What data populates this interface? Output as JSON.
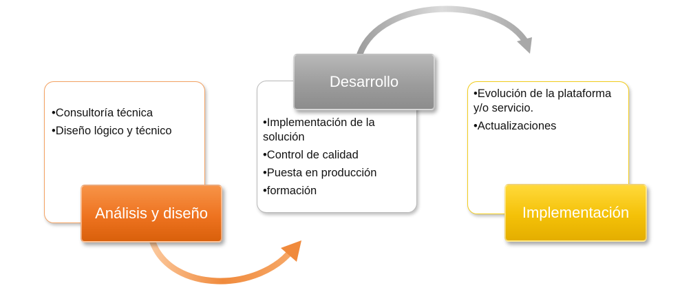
{
  "stages": [
    {
      "title": "Análisis y diseño",
      "items": [
        "Consultoría técnica",
        "Diseño lógico y técnico"
      ]
    },
    {
      "title": "Desarrollo",
      "items": [
        "Implementación de la solución",
        "Control de calidad",
        "Puesta en producción",
        "formación"
      ]
    },
    {
      "title": "Implementación",
      "items": [
        "Evolución de la plataforma y/o servicio.",
        "Actualizaciones"
      ]
    }
  ],
  "colors": {
    "orange": "#ee7320",
    "gray": "#9c9c9c",
    "yellow": "#f4c108"
  }
}
